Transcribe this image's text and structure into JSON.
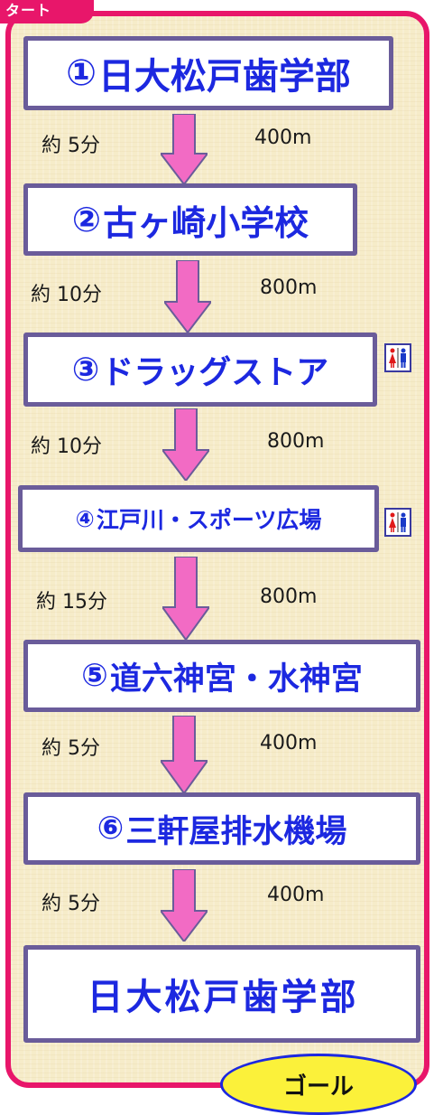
{
  "start_label": "タート",
  "goal_label": "ゴール",
  "stops": [
    {
      "num": "①",
      "name": "日大松戸歯学部"
    },
    {
      "num": "②",
      "name": "古ヶ崎小学校"
    },
    {
      "num": "③",
      "name": "ドラッグストア"
    },
    {
      "num": "④",
      "name": "江戸川・スポーツ広場"
    },
    {
      "num": "⑤",
      "name": "道六神宮・水神宮"
    },
    {
      "num": "⑥",
      "name": "三軒屋排水機場"
    },
    {
      "num": "",
      "name": "日大松戸歯学部"
    }
  ],
  "legs": [
    {
      "time": "約 5分",
      "distance": "400m"
    },
    {
      "time": "約 10分",
      "distance": "800m"
    },
    {
      "time": "約 10分",
      "distance": "800m"
    },
    {
      "time": "約 15分",
      "distance": "800m"
    },
    {
      "time": "約 5分",
      "distance": "400m"
    },
    {
      "time": "約 5分",
      "distance": "400m"
    }
  ],
  "colors": {
    "frame": "#e8166a",
    "arrow": "#f26bc4",
    "box_border": "#6a5c9a",
    "box_text": "#1c28e0",
    "goal_fill": "#fbf13a"
  },
  "icons": [
    "restroom-icon",
    "restroom-icon"
  ]
}
